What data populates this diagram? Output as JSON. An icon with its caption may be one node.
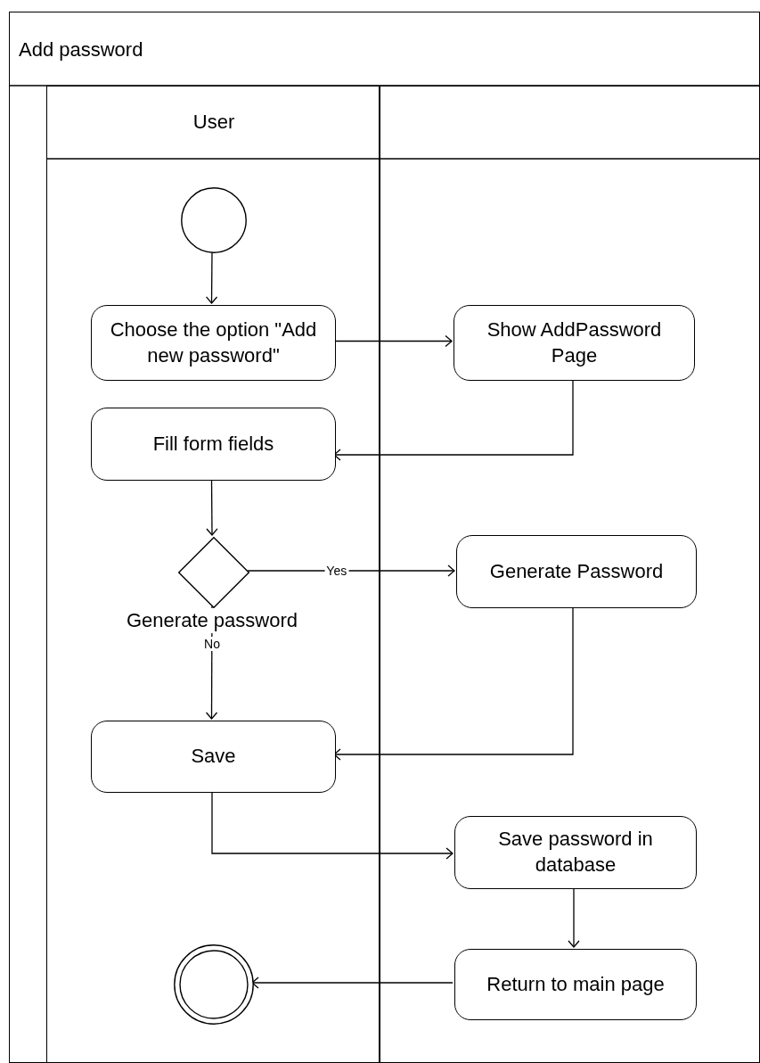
{
  "diagram": {
    "nodes": [
      {
        "text": [
          "Add password"
        ]
      },
      {
        "text": [
          "User"
        ],
        "in": 0
      },
      {
        "text": [],
        "shape": "box",
        "in": 0
      },
      {
        "text": [],
        "shape": "circle",
        "in": 1
      },
      {
        "text": [
          "Choose the option \"Add new password\""
        ],
        "in": 1
      },
      {
        "text": [
          "Show AddPassword Page"
        ],
        "in": 2
      },
      {
        "text": [
          "Fill form fields"
        ],
        "in": 1
      },
      {
        "text": [],
        "shape": "diamond",
        "in": 1,
        "beside": [
          "Generate password"
        ]
      },
      {
        "text": [
          "Generate Password"
        ],
        "in": 2
      },
      {
        "text": [
          "Save"
        ],
        "in": 1
      },
      {
        "text": [
          "Save password in database"
        ],
        "in": 2
      },
      {
        "text": [],
        "shape": "circle",
        "in": 1
      },
      {
        "text": [
          "Return to main page"
        ],
        "in": 2
      }
    ],
    "edges": [
      {
        "from": 3,
        "to": 4,
        "arrow": "to"
      },
      {
        "from": 4,
        "to": 5,
        "arrow": "to"
      },
      {
        "from": 5,
        "to": 6,
        "arrow": "to"
      },
      {
        "from": 6,
        "to": 7,
        "arrow": "to"
      },
      {
        "from": 7,
        "to": 8,
        "arrow": "to",
        "label": "Yes"
      },
      {
        "from": 7,
        "to": 9,
        "arrow": "to",
        "label": "No"
      },
      {
        "from": 8,
        "to": 9,
        "arrow": "to"
      },
      {
        "from": 9,
        "to": 10,
        "arrow": "to"
      },
      {
        "from": 10,
        "to": 12,
        "arrow": "to"
      },
      {
        "from": 12,
        "to": 11,
        "arrow": "to"
      }
    ]
  }
}
